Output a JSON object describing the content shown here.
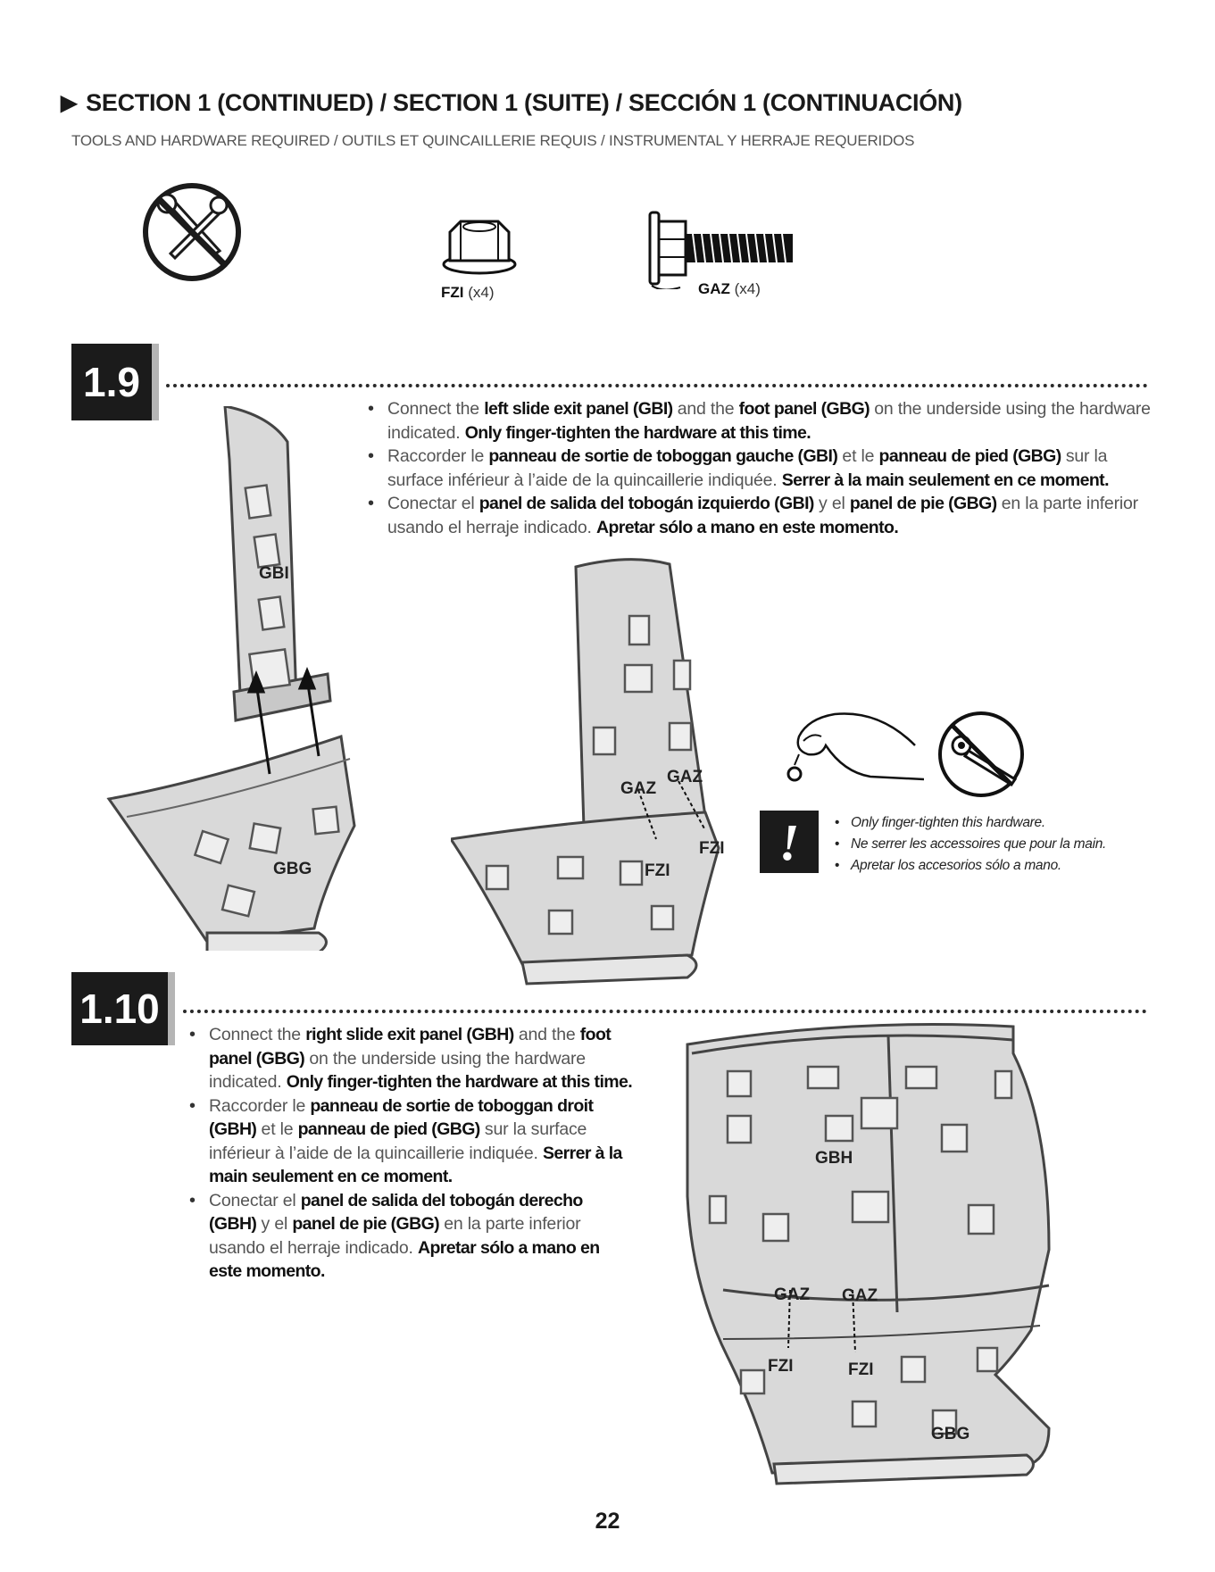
{
  "header": {
    "title": "SECTION 1 (CONTINUED) / SECTION 1 (SUITE) / SECCIÓN 1 (CONTINUACIÓN)",
    "subtitle": "TOOLS AND HARDWARE REQUIRED / OUTILS ET QUINCAILLERIE REQUIS / INSTRUMENTAL Y HERRAJE REQUERIDOS"
  },
  "hardware": [
    {
      "code": "FZI",
      "qty": "(x4)"
    },
    {
      "code": "GAZ",
      "qty": "(x4)"
    }
  ],
  "steps": [
    {
      "number": "1.9",
      "instructions": [
        [
          {
            "t": "Connect the "
          },
          {
            "t": "left slide exit panel (GBI)",
            "b": true
          },
          {
            "t": " and the "
          },
          {
            "t": "foot panel (GBG)",
            "b": true
          },
          {
            "t": " on the underside using the hardware indicated. "
          },
          {
            "t": "Only finger-tighten the hardware at this time.",
            "b": true
          }
        ],
        [
          {
            "t": "Raccorder le "
          },
          {
            "t": "panneau de sortie de toboggan gauche (GBI)",
            "b": true
          },
          {
            "t": " et le "
          },
          {
            "t": "panneau de pied (GBG)",
            "b": true
          },
          {
            "t": " sur la surface inférieur à l’aide de la quincaillerie indiquée. "
          },
          {
            "t": "Serrer à la main seulement en ce moment.",
            "b": true
          }
        ],
        [
          {
            "t": "Conectar el "
          },
          {
            "t": "panel de salida del tobogán izquierdo (GBI)",
            "b": true
          },
          {
            "t": " y el "
          },
          {
            "t": "panel de pie (GBG)",
            "b": true
          },
          {
            "t": " en la parte inferior usando el herraje indicado. "
          },
          {
            "t": "Apretar sólo a mano en este momento.",
            "b": true
          }
        ]
      ],
      "labels": {
        "gbi": "GBI",
        "gbg": "GBG",
        "gaz": "GAZ",
        "fzi": "FZI"
      }
    },
    {
      "number": "1.10",
      "instructions": [
        [
          {
            "t": "Connect the "
          },
          {
            "t": "right slide exit panel (GBH)",
            "b": true
          },
          {
            "t": " and the "
          },
          {
            "t": "foot panel (GBG)",
            "b": true
          },
          {
            "t": " on the underside using the hardware indicated. "
          },
          {
            "t": "Only finger-tighten the hardware at this time.",
            "b": true
          }
        ],
        [
          {
            "t": "Raccorder le "
          },
          {
            "t": "panneau de sortie de toboggan droit (GBH)",
            "b": true
          },
          {
            "t": " et le "
          },
          {
            "t": "panneau de pied (GBG)",
            "b": true
          },
          {
            "t": " sur la surface inférieur à l’aide de la quincaillerie indiquée. "
          },
          {
            "t": "Serrer à la main seulement en ce moment.",
            "b": true
          }
        ],
        [
          {
            "t": "Conectar el "
          },
          {
            "t": "panel de salida del tobogán derecho (GBH)",
            "b": true
          },
          {
            "t": " y el "
          },
          {
            "t": "panel de pie (GBG)",
            "b": true
          },
          {
            "t": " en la parte inferior usando el herraje indicado. "
          },
          {
            "t": "Apretar sólo a mano en este momento.",
            "b": true
          }
        ]
      ],
      "labels": {
        "gbh": "GBH",
        "gbg": "GBG",
        "gaz": "GAZ",
        "fzi": "FZI"
      }
    }
  ],
  "warning": {
    "symbol": "!",
    "items": [
      "Only finger-tighten this hardware.",
      "Ne serrer les accessoires que pour la main.",
      "Apretar los accesorios sólo a mano."
    ]
  },
  "page_number": "22",
  "icons": {
    "no_tools": "no-tools-icon",
    "flange_nut": "flange-nut-icon",
    "flange_bolt": "flange-bolt-icon",
    "finger_tighten": "hand-finger-tighten-icon",
    "no_wrench": "no-wrench-icon"
  },
  "colors": {
    "badge_bg": "#1b1b1b",
    "panel_fill": "#d9d9d9",
    "panel_stroke": "#444444"
  }
}
